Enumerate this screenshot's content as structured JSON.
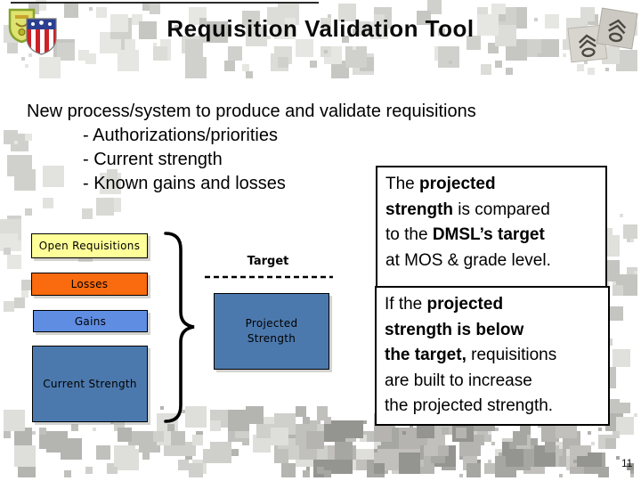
{
  "slide": {
    "title": "Requisition Validation Tool",
    "page_number": "11"
  },
  "intro": {
    "heading": "New process/system to produce and validate requisitions",
    "bullets": [
      "- Authorizations/priorities",
      "- Current strength",
      "- Known gains and losses"
    ]
  },
  "diagram": {
    "stack_boxes": [
      {
        "label": "Open Requisitions",
        "color": "#ffff99"
      },
      {
        "label": "Losses",
        "color": "#fa6a0e"
      },
      {
        "label": "Gains",
        "color": "#5f8de2"
      },
      {
        "label": "Current Strength",
        "color": "#4c79ad"
      }
    ],
    "target_label": "Target",
    "projected_box": {
      "line1": "Projected",
      "line2": "Strength",
      "color": "#4c79ad"
    }
  },
  "callouts": [
    {
      "lines": [
        [
          {
            "t": "The ",
            "b": false
          },
          {
            "t": "projected",
            "b": true
          }
        ],
        [
          {
            "t": "strength",
            "b": true
          },
          {
            "t": " is compared",
            "b": false
          }
        ],
        [
          {
            "t": "to the ",
            "b": false
          },
          {
            "t": "DMSL’s target",
            "b": true
          }
        ],
        [
          {
            "t": "at MOS & grade level.",
            "b": false
          }
        ]
      ]
    },
    {
      "lines": [
        [
          {
            "t": "If the ",
            "b": false
          },
          {
            "t": "projected",
            "b": true
          }
        ],
        [
          {
            "t": "strength is below",
            "b": true
          }
        ],
        [
          {
            "t": "the target,",
            "b": true
          },
          {
            "t": " requisitions",
            "b": false
          }
        ],
        [
          {
            "t": "are built to increase",
            "b": false
          }
        ],
        [
          {
            "t": "the projected strength.",
            "b": false
          }
        ]
      ]
    }
  ],
  "decorations": {
    "left_logo": "army-unit-crest-and-shield",
    "right_logo": "staff-sergeant-rank-patches",
    "camo_palette": [
      "#dcdcd8",
      "#d0d0cc",
      "#c6c6c2",
      "#b0aeaa",
      "#98988f"
    ]
  }
}
